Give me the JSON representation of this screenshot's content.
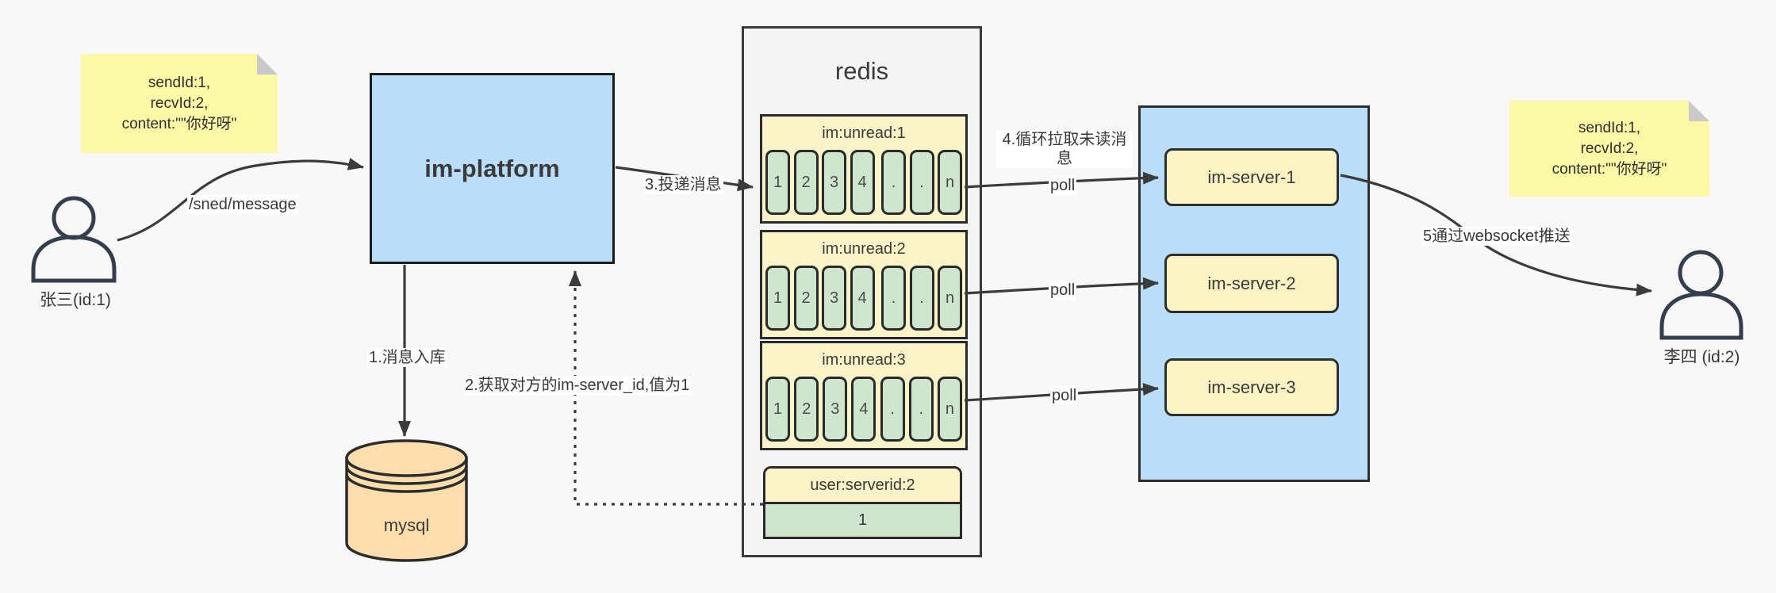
{
  "notes": {
    "left": {
      "line1": "sendId:1,",
      "line2": "recvId:2,",
      "line3": "content:\"\"你好呀\""
    },
    "right": {
      "line1": "sendId:1,",
      "line2": "recvId:2,",
      "line3": "content:\"\"你好呀\""
    }
  },
  "actors": {
    "sender": {
      "label": "张三(id:1)"
    },
    "receiver": {
      "label": "李四 (id:2)"
    }
  },
  "platform": {
    "label": "im-platform"
  },
  "database": {
    "label": "mysql"
  },
  "redis": {
    "title": "redis",
    "queues": [
      {
        "name": "im:unread:1",
        "cells": [
          "1",
          "2",
          "3",
          "4",
          ".",
          ".",
          "n"
        ]
      },
      {
        "name": "im:unread:2",
        "cells": [
          "1",
          "2",
          "3",
          "4",
          ".",
          ".",
          "n"
        ]
      },
      {
        "name": "im:unread:3",
        "cells": [
          "1",
          "2",
          "3",
          "4",
          ".",
          ".",
          "n"
        ]
      }
    ],
    "kv": {
      "key": "user:serverid:2",
      "value": "1"
    }
  },
  "servers": [
    {
      "label": "im-server-1"
    },
    {
      "label": "im-server-2"
    },
    {
      "label": "im-server-3"
    }
  ],
  "edges": {
    "send_api": "/sned/message",
    "step1": "1.消息入库",
    "step2": "2.获取对方的im-server_id,值为1",
    "step3": "3.投递消息",
    "step4": "4.循环拉取未读消息",
    "poll_1": "poll",
    "poll_2": "poll",
    "poll_3": "poll",
    "step5": "5通过websocket推送"
  },
  "colors": {
    "background": "#F8F8F8",
    "note_yellow": "#FBF8A6",
    "box_blue": "#BADEF7",
    "header_yellow": "#FBF3C8",
    "cell_green": "#CFE6CE",
    "db_tan": "#FCDEAD",
    "line_dark": "#3B3B3B"
  }
}
